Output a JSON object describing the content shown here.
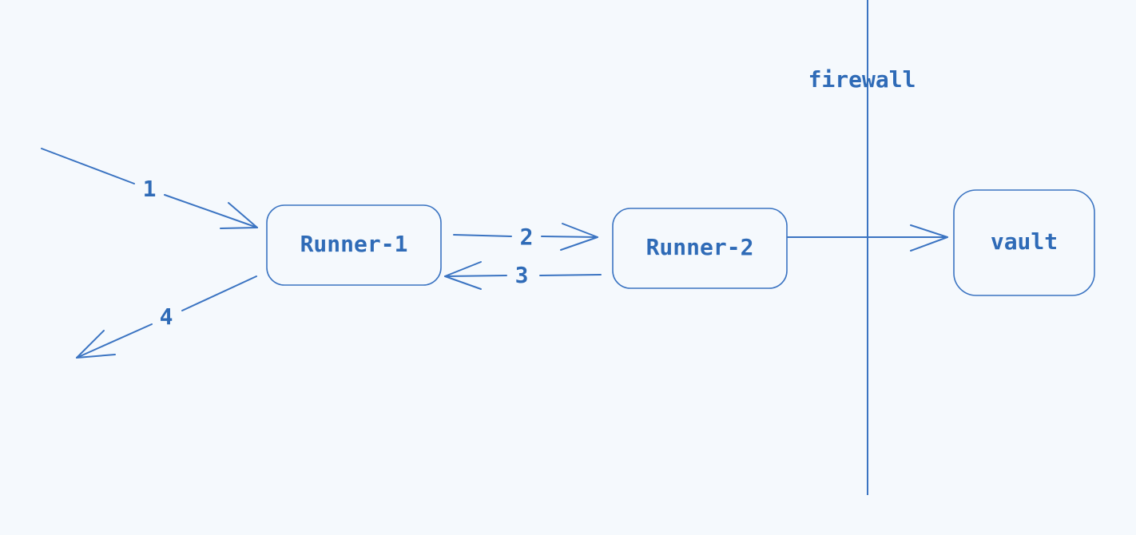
{
  "diagram": {
    "nodes": {
      "runner1": "Runner-1",
      "runner2": "Runner-2",
      "vault": "vault"
    },
    "firewall_label": "firewall",
    "edges": {
      "e1": "1",
      "e2": "2",
      "e3": "3",
      "e4": "4"
    },
    "colors": {
      "stroke": "#3b74c2",
      "text": "#2f6bb7",
      "background": "#f5f9fd"
    }
  }
}
